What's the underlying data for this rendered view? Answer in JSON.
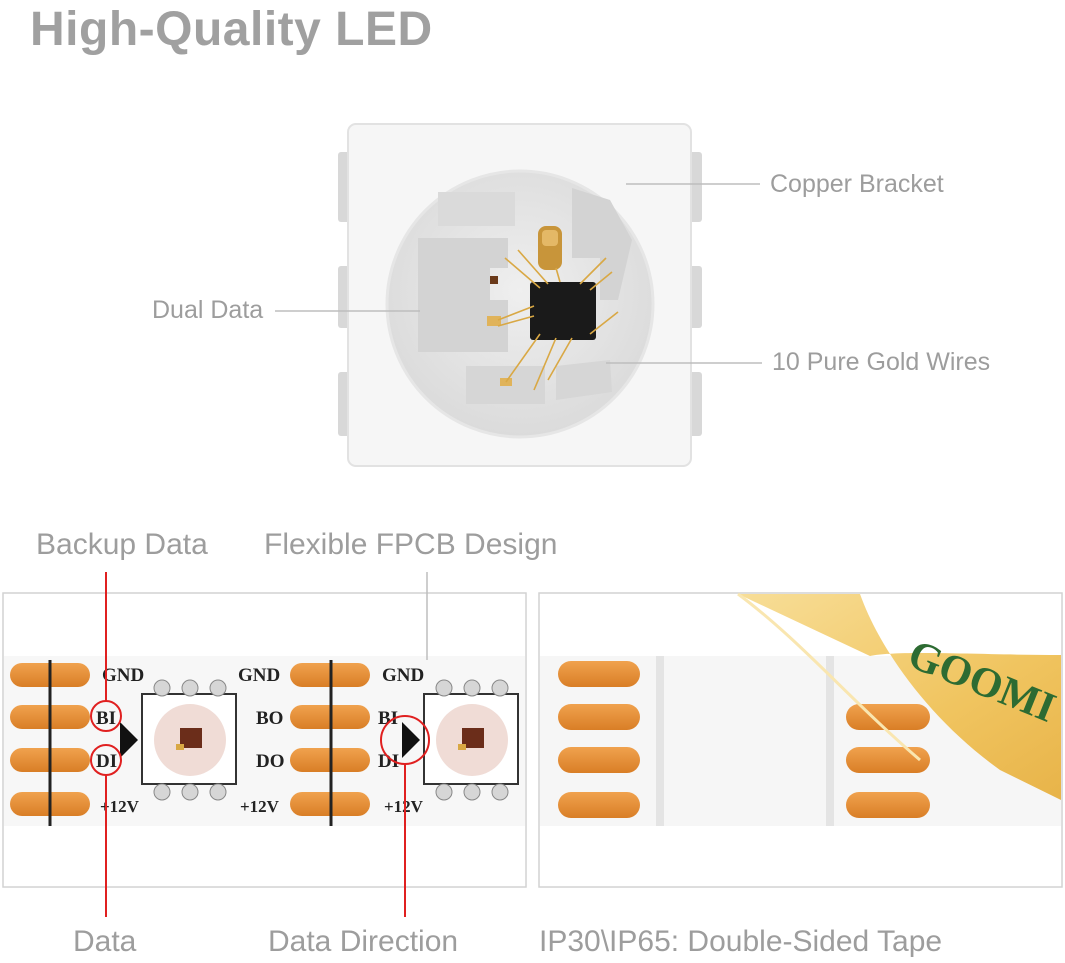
{
  "title": "High-Quality LED",
  "labels": {
    "copper_bracket": "Copper Bracket",
    "dual_data": "Dual Data",
    "gold_wires": "10 Pure Gold Wires",
    "backup_data": "Backup Data",
    "flexible_fpcb": "Flexible FPCB Design",
    "data": "Data",
    "data_direction": "Data Direction",
    "tape": "IP30\\IP65: Double-Sided Tape"
  },
  "strip_text": {
    "gnd": "GND",
    "bi": "BI",
    "di": "DI",
    "bo": "BO",
    "do": "DO",
    "v12": "+12V",
    "tape_brand": "GOOMI"
  },
  "colors": {
    "pad": "#e8913a",
    "label_gray": "#9d9d9d",
    "callout_red": "#e02020",
    "tape_yellow": "#f2c45a",
    "tape_text": "#2d6b32"
  }
}
